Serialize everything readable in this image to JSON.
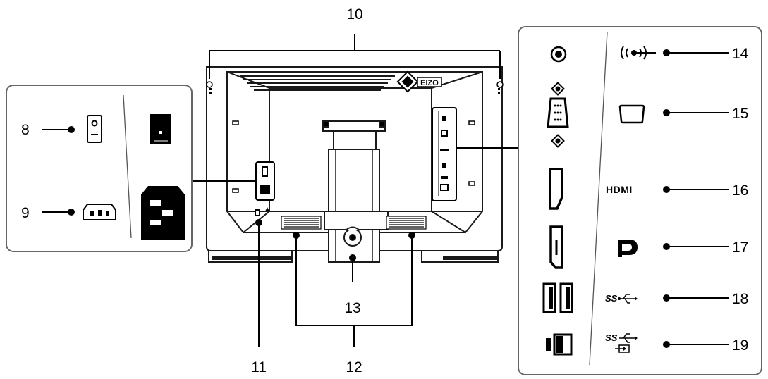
{
  "callouts": {
    "n8": "8",
    "n9": "9",
    "n10": "10",
    "n11": "11",
    "n12": "12",
    "n13": "13",
    "n14": "14",
    "n15": "15",
    "n16": "16",
    "n17": "17",
    "n18": "18",
    "n19": "19"
  },
  "brand_logo": "EIZO",
  "port_labels": {
    "hdmi": "HDMI",
    "usb_superspeed": "SS"
  },
  "colors": {
    "line": "#000000",
    "monitor_outline": "#1a1a1a",
    "panel_border": "#666666",
    "background": "#ffffff"
  },
  "icons": {
    "power_switch": "power-switch-icon",
    "ac_inlet": "ac-inlet-icon",
    "audio": "headphone-jack-icon",
    "dsub": "dsub-icon",
    "hdmi": "hdmi-icon",
    "displayport": "displayport-icon",
    "usb_downstream": "usb-downstream-icon",
    "usb_upstream": "usb-upstream-icon"
  }
}
